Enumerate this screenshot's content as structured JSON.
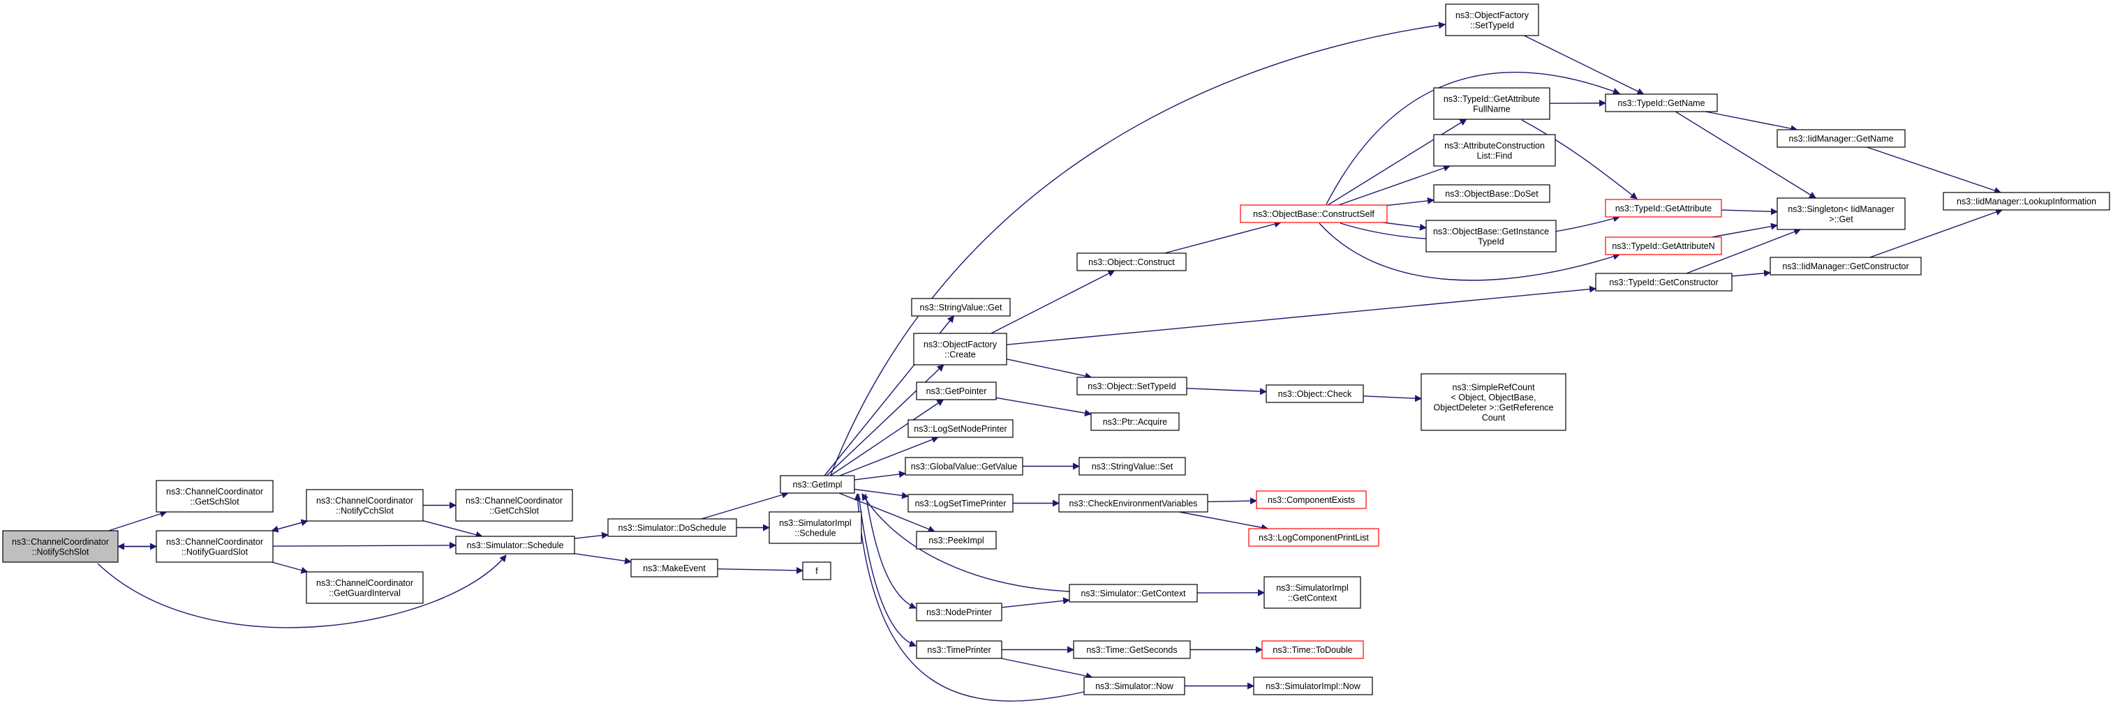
{
  "graph": {
    "edge_color": "#191970",
    "focus_fill": "#bfbfbf",
    "red_border": "#ff0000",
    "nodes": [
      {
        "id": "notifySchSlot",
        "lines": [
          "ns3::ChannelCoordinator",
          "::NotifySchSlot"
        ],
        "style": "focus"
      },
      {
        "id": "getSchSlot",
        "lines": [
          "ns3::ChannelCoordinator",
          "::GetSchSlot"
        ],
        "style": "normal"
      },
      {
        "id": "notifyGuardSlot",
        "lines": [
          "ns3::ChannelCoordinator",
          "::NotifyGuardSlot"
        ],
        "style": "normal"
      },
      {
        "id": "notifyCchSlot",
        "lines": [
          "ns3::ChannelCoordinator",
          "::NotifyCchSlot"
        ],
        "style": "normal"
      },
      {
        "id": "getCchSlot",
        "lines": [
          "ns3::ChannelCoordinator",
          "::GetCchSlot"
        ],
        "style": "normal"
      },
      {
        "id": "getGuardInterval",
        "lines": [
          "ns3::ChannelCoordinator",
          "::GetGuardInterval"
        ],
        "style": "normal"
      },
      {
        "id": "simSchedule",
        "lines": [
          "ns3::Simulator::Schedule"
        ],
        "style": "normal"
      },
      {
        "id": "simDoSchedule",
        "lines": [
          "ns3::Simulator::DoSchedule"
        ],
        "style": "normal"
      },
      {
        "id": "makeEvent",
        "lines": [
          "ns3::MakeEvent"
        ],
        "style": "normal"
      },
      {
        "id": "getImpl",
        "lines": [
          "ns3::GetImpl"
        ],
        "style": "normal"
      },
      {
        "id": "simImplSchedule",
        "lines": [
          "ns3::SimulatorImpl",
          "::Schedule"
        ],
        "style": "normal"
      },
      {
        "id": "f",
        "lines": [
          "f"
        ],
        "style": "normal"
      },
      {
        "id": "stringValueGet",
        "lines": [
          "ns3::StringValue::Get"
        ],
        "style": "normal"
      },
      {
        "id": "objectFactoryCreate",
        "lines": [
          "ns3::ObjectFactory",
          "::Create"
        ],
        "style": "normal"
      },
      {
        "id": "getPointer",
        "lines": [
          "ns3::GetPointer"
        ],
        "style": "normal"
      },
      {
        "id": "logSetNodePrinter",
        "lines": [
          "ns3::LogSetNodePrinter"
        ],
        "style": "normal"
      },
      {
        "id": "globalValueGetValue",
        "lines": [
          "ns3::GlobalValue::GetValue"
        ],
        "style": "normal"
      },
      {
        "id": "logSetTimePrinter",
        "lines": [
          "ns3::LogSetTimePrinter"
        ],
        "style": "normal"
      },
      {
        "id": "peekImpl",
        "lines": [
          "ns3::PeekImpl"
        ],
        "style": "normal"
      },
      {
        "id": "nodePrinter",
        "lines": [
          "ns3::NodePrinter"
        ],
        "style": "normal"
      },
      {
        "id": "timePrinter",
        "lines": [
          "ns3::TimePrinter"
        ],
        "style": "normal"
      },
      {
        "id": "objectConstruct",
        "lines": [
          "ns3::Object::Construct"
        ],
        "style": "normal"
      },
      {
        "id": "objectSetTypeId",
        "lines": [
          "ns3::Object::SetTypeId"
        ],
        "style": "normal"
      },
      {
        "id": "ptrAcquire",
        "lines": [
          "ns3::Ptr::Acquire"
        ],
        "style": "normal"
      },
      {
        "id": "stringValueSet",
        "lines": [
          "ns3::StringValue::Set"
        ],
        "style": "normal"
      },
      {
        "id": "checkEnvVars",
        "lines": [
          "ns3::CheckEnvironmentVariables"
        ],
        "style": "normal"
      },
      {
        "id": "simGetContext",
        "lines": [
          "ns3::Simulator::GetContext"
        ],
        "style": "normal"
      },
      {
        "id": "timeGetSeconds",
        "lines": [
          "ns3::Time::GetSeconds"
        ],
        "style": "normal"
      },
      {
        "id": "simNow",
        "lines": [
          "ns3::Simulator::Now"
        ],
        "style": "normal"
      },
      {
        "id": "objectBaseConstructSelf",
        "lines": [
          "ns3::ObjectBase::ConstructSelf"
        ],
        "style": "red"
      },
      {
        "id": "objectCheck",
        "lines": [
          "ns3::Object::Check"
        ],
        "style": "normal"
      },
      {
        "id": "componentExists",
        "lines": [
          "ns3::ComponentExists"
        ],
        "style": "red"
      },
      {
        "id": "logComponentPrintList",
        "lines": [
          "ns3::LogComponentPrintList"
        ],
        "style": "red"
      },
      {
        "id": "simImplGetContext",
        "lines": [
          "ns3::SimulatorImpl",
          "::GetContext"
        ],
        "style": "normal"
      },
      {
        "id": "timeToDouble",
        "lines": [
          "ns3::Time::ToDouble"
        ],
        "style": "red"
      },
      {
        "id": "simImplNow",
        "lines": [
          "ns3::SimulatorImpl::Now"
        ],
        "style": "normal"
      },
      {
        "id": "objectFactorySetTypeId",
        "lines": [
          "ns3::ObjectFactory",
          "::SetTypeId"
        ],
        "style": "normal"
      },
      {
        "id": "typeIdGetAttributeFullName",
        "lines": [
          "ns3::TypeId::GetAttribute",
          "FullName"
        ],
        "style": "normal"
      },
      {
        "id": "attributeConstructionListFind",
        "lines": [
          "ns3::AttributeConstruction",
          "List::Find"
        ],
        "style": "normal"
      },
      {
        "id": "objectBaseDoSet",
        "lines": [
          "ns3::ObjectBase::DoSet"
        ],
        "style": "normal"
      },
      {
        "id": "objectBaseGetInstanceTypeId",
        "lines": [
          "ns3::ObjectBase::GetInstance",
          "TypeId"
        ],
        "style": "normal"
      },
      {
        "id": "simpleRefCount",
        "lines": [
          "ns3::SimpleRefCount",
          "< Object, ObjectBase,",
          "ObjectDeleter >::GetReference",
          "Count"
        ],
        "style": "normal"
      },
      {
        "id": "typeIdGetName",
        "lines": [
          "ns3::TypeId::GetName"
        ],
        "style": "normal"
      },
      {
        "id": "typeIdGetAttribute",
        "lines": [
          "ns3::TypeId::GetAttribute"
        ],
        "style": "red"
      },
      {
        "id": "typeIdGetAttributeN",
        "lines": [
          "ns3::TypeId::GetAttributeN"
        ],
        "style": "red"
      },
      {
        "id": "typeIdGetConstructor",
        "lines": [
          "ns3::TypeId::GetConstructor"
        ],
        "style": "normal"
      },
      {
        "id": "iidManagerGetName",
        "lines": [
          "ns3::IidManager::GetName"
        ],
        "style": "normal"
      },
      {
        "id": "singletonGet",
        "lines": [
          "ns3::Singleton< IidManager",
          " >::Get"
        ],
        "style": "normal"
      },
      {
        "id": "iidManagerGetConstructor",
        "lines": [
          "ns3::IidManager::GetConstructor"
        ],
        "style": "normal"
      },
      {
        "id": "iidManagerLookupInformation",
        "lines": [
          "ns3::IidManager::LookupInformation"
        ],
        "style": "normal"
      }
    ]
  }
}
